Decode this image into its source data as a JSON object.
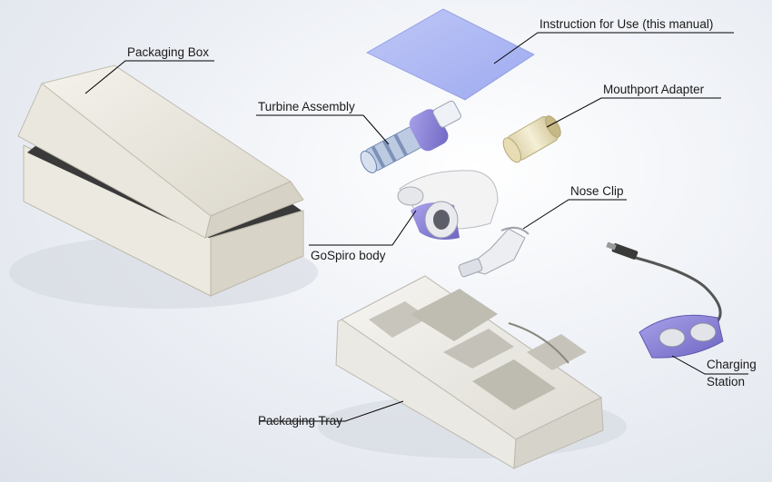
{
  "labels": {
    "packaging_box": "Packaging Box",
    "instruction": "Instruction for Use (this manual)",
    "turbine": "Turbine Assembly",
    "mouthport": "Mouthport Adapter",
    "nose_clip": "Nose Clip",
    "gospiro_body": "GoSpiro body",
    "packaging_tray": "Packaging Tray",
    "charging_1": "Charging",
    "charging_2": "Station"
  },
  "colors": {
    "accent_purple": "#8b83d6",
    "cream": "#efe8cf",
    "paper": "#a9b5f2",
    "box": "#e8e4da"
  }
}
